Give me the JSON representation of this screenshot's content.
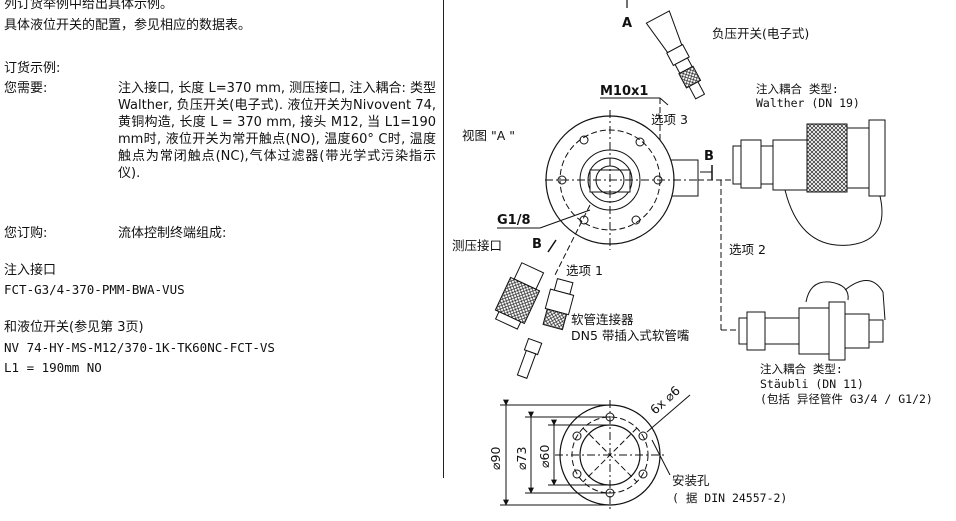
{
  "left": {
    "intro_line1": "列订货举例中给出具体示例。",
    "intro_line2": "具体液位开关的配置，参见相应的数据表。",
    "example_heading": "订货示例:",
    "need_label": "您需要:",
    "need_text": "注入接口, 长度 L=370 mm, 测压接口, 注入耦合: 类型 Walther, 负压开关(电子式). 液位开关为Nivovent 74, 黄铜构造, 长度 L = 370 mm, 接头 M12, 当 L1=190 mm时, 液位开关为常开触点(NO), 温度60° C时, 温度触点为常闭触点(NC),气体过滤器(带光学式污染指示仪).",
    "order_label": "您订购:",
    "order_text": "流体控制终端组成:",
    "fill_port_label": "注入接口",
    "fill_port_code": "FCT-G3/4-370-PMM-BWA-VUS",
    "level_switch_label": "和液位开关(参见第 3页)",
    "level_switch_code": "NV 74-HY-MS-M12/370-1K-TK60NC-FCT-VS",
    "l1_value": "L1 = 190mm NO"
  },
  "drawing": {
    "view_a_marker": "A",
    "vacuum_switch": "负压开关(电子式)",
    "thread_m10": "M10x1",
    "option3": "选项 3",
    "view_a": "视图 \"A \"",
    "marker_b1": "B",
    "coupling_walther_1": "注入耦合 类型:",
    "coupling_walther_2": "Walther (DN 19)",
    "thread_g18": "G1/8",
    "pressure_port": "测压接口",
    "marker_b2": "B",
    "option1": "选项 1",
    "option2": "选项 2",
    "hose_conn_1": "软管连接器",
    "hose_conn_2": "DN5 带插入式软管嘴",
    "coupling_staubli_1": "注入耦合 类型:",
    "coupling_staubli_2": "Stäubli (DN 11)",
    "coupling_staubli_3": "(包括 异径管件 G3/4 / G1/2)",
    "holes": "6x ⌀6",
    "d90": "⌀90",
    "d73": "⌀73",
    "d60": "⌀60",
    "mount_holes_1": "安装孔",
    "mount_holes_2": "( 据 DIN 24557-2)"
  }
}
